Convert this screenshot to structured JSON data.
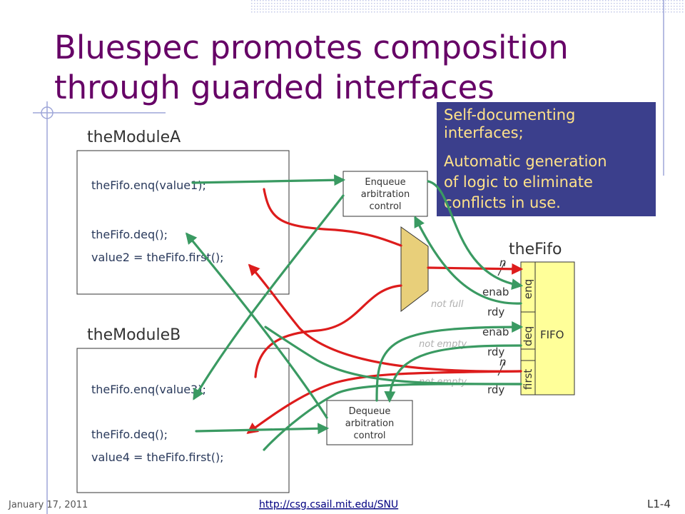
{
  "slide": {
    "title_line1": "Bluespec promotes composition",
    "title_line2": "through guarded interfaces",
    "callout": {
      "line1": "Self-documenting",
      "line2": "interfaces;",
      "line3": "Automatic generation",
      "line4": "of logic to eliminate",
      "line5": "conflicts in use."
    },
    "module_a": {
      "label": "theModuleA",
      "code1": "theFifo.enq(value1);",
      "code2": "theFifo.deq();",
      "code3": "value2 = theFifo.first();"
    },
    "module_b": {
      "label": "theModuleB",
      "code1": "theFifo.enq(value3);",
      "code2": "theFifo.deq();",
      "code3": "value4 = theFifo.first();"
    },
    "enq_arb": {
      "line1": "Enqueue",
      "line2": "arbitration",
      "line3": "control"
    },
    "deq_arb": {
      "line1": "Dequeue",
      "line2": "arbitration",
      "line3": "control"
    },
    "fifo": {
      "label": "theFifo",
      "body": "FIFO",
      "port_enq": "enq",
      "port_deq": "deq",
      "port_first": "first"
    },
    "signals": {
      "n1": "n",
      "enab1": "enab",
      "rdy1": "rdy",
      "not_full": "not full",
      "enab2": "enab",
      "rdy2": "rdy",
      "not_empty1": "not empty",
      "n2": "n",
      "rdy3": "rdy",
      "not_empty2": "not empty"
    },
    "footer": {
      "date": "January 17, 2011",
      "url": "http://csg.csail.mit.edu/SNU",
      "page": "L1-4"
    },
    "colors": {
      "title": "#660066",
      "callout_bg": "#3b3f8c",
      "callout_text": "#ffe28a",
      "fifo_fill": "#ffff99",
      "mux_fill": "#e8cf7a",
      "red_wire": "#dd1c1c",
      "green_wire": "#3a9a62"
    }
  }
}
